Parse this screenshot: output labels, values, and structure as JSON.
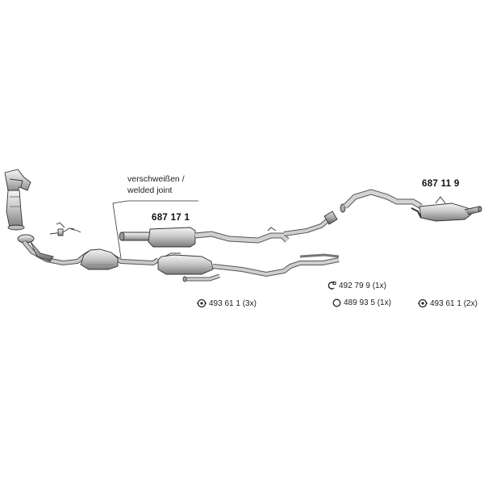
{
  "callout": {
    "line1": "verschweißen /",
    "line2": "welded joint"
  },
  "parts": [
    {
      "number": "687 17 1"
    },
    {
      "number": "687 11 9"
    }
  ],
  "accessories": [
    {
      "icon": "clamp-icon",
      "text": "492 79 9 (1x)"
    },
    {
      "icon": "ring-gasket-icon",
      "text": "489 93 5 (1x)"
    },
    {
      "icon": "rubber-mount-icon",
      "text": "493 61 1 (3x)"
    },
    {
      "icon": "rubber-mount-icon",
      "text": "493 61 1 (2x)"
    }
  ]
}
